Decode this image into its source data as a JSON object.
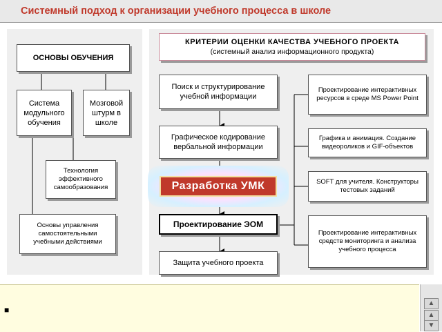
{
  "title": "Системный подход к организации учебного процесса в школе",
  "left": {
    "header": "ОСНОВЫ ОБУЧЕНИЯ",
    "modular": "Система модульного обучения",
    "brainstorm": "Мозговой штурм в школе",
    "technology": "Технология эффективного самообразования",
    "basics": "Основы управления самостоятельными учебными действиями"
  },
  "criteria": {
    "title": "КРИТЕРИИ ОЦЕНКИ КАЧЕСТВА УЧЕБНОГО ПРОЕКТА",
    "subtitle": "(системный анализ информационного продукта)"
  },
  "flow": {
    "search": "Поиск и структурирование учебной информации",
    "coding": "Графическое кодирование вербальной информации",
    "umk": "Разработка УМК",
    "eom": "Проектирование ЭОМ",
    "defense": "Защита учебного проекта"
  },
  "right": {
    "r1": "Проектирование интерактивных ресурсов в среде MS Power Point",
    "r2": "Графика и анимация. Создание видеороликов и GIF-объектов",
    "r3": "SOFT  для учителя. Конструкторы тестовых заданий",
    "r4": "Проектирование интерактивных средств мониторинга и анализа учебного процесса"
  },
  "notes": {
    "bullet": "■"
  },
  "scrollbar": {
    "up": "▲",
    "mid": "▲",
    "down": "▼"
  },
  "colors": {
    "title": "#c0392b",
    "umk_fill": "#c0392b",
    "panel": "#efefef",
    "notes": "#fffde0"
  }
}
